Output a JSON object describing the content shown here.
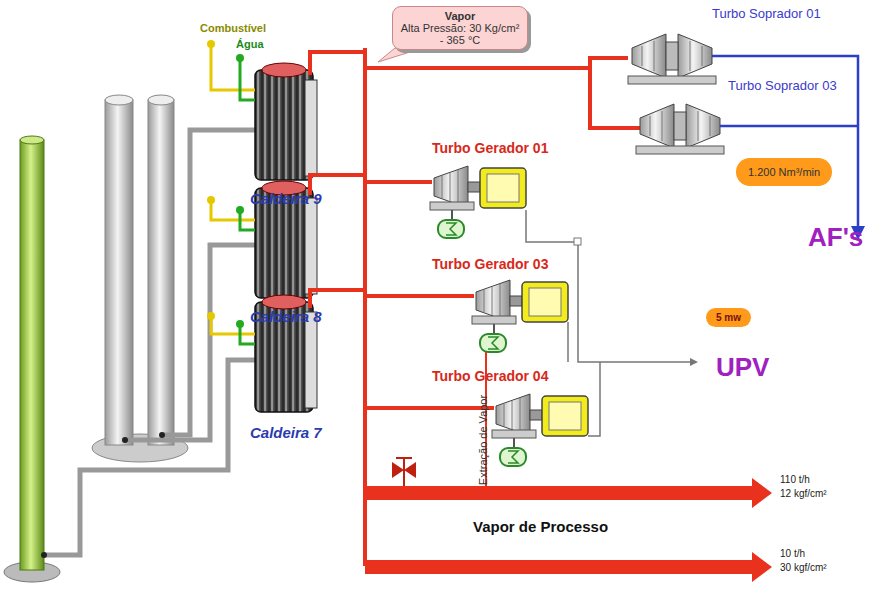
{
  "diagram": {
    "nodes": [
      {
        "text": [
          "Vapor",
          "Alta Pressão: 30 Kg/cm² - 365 °C"
        ]
      },
      {
        "text": [
          "Turbo Soprador 01"
        ]
      },
      {
        "text": [
          "Caldeira 9"
        ]
      },
      {
        "text": [
          "Turbo Soprador 03"
        ]
      },
      {
        "text": [
          "Turbo Gerador 01"
        ]
      },
      {
        "text": [
          "1.200 Nm³/min"
        ]
      },
      {
        "text": [
          "Caldeira 8"
        ]
      },
      {
        "text": [
          "Turbo Gerador 03"
        ]
      },
      {
        "text": [
          "5 mw"
        ]
      },
      {
        "text": [
          "Turbo Gerador 04"
        ]
      },
      {
        "text": [
          "Caldeira 7"
        ]
      }
    ],
    "labels": [
      "Combustível",
      "Água",
      "AF's",
      "UPV",
      "Extração de Vapor",
      "Vapor de Processo",
      "110 t/h",
      "12 kgf/cm²",
      "10 t/h",
      "30 kgf/cm²"
    ]
  }
}
